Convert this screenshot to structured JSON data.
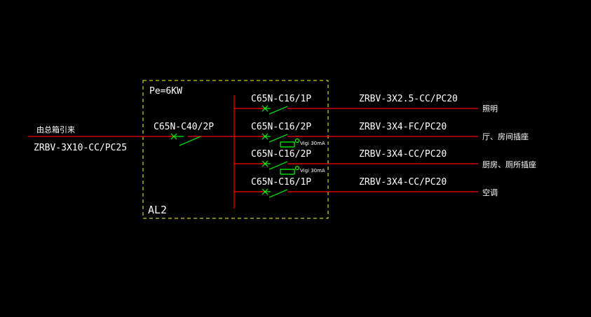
{
  "panel": {
    "name": "AL2",
    "power": "Pe=6KW",
    "frame_color": "#ffff00"
  },
  "incoming": {
    "source_label": "由总箱引来",
    "cable": "ZRBV-3X10-CC/PC25",
    "main_breaker": "C65N-C40/2P"
  },
  "circuits": [
    {
      "breaker": "C65N-C16/1P",
      "rcd": "",
      "cable": "ZRBV-3X2.5-CC/PC20",
      "load": "照明"
    },
    {
      "breaker": "C65N-C16/2P",
      "rcd": "Vigi 30mA",
      "cable": "ZRBV-3X4-FC/PC20",
      "load": "厅、房间插座"
    },
    {
      "breaker": "C65N-C16/2P",
      "rcd": "Vigi 30mA",
      "cable": "ZRBV-3X4-CC/PC20",
      "load": "厨房、厕所插座"
    },
    {
      "breaker": "C65N-C16/1P",
      "rcd": "",
      "cable": "ZRBV-3X4-CC/PC20",
      "load": "空调"
    }
  ],
  "colors": {
    "background": "#000000",
    "wire": "#ff0000",
    "switch": "#00ff00",
    "text": "#ffffff"
  }
}
